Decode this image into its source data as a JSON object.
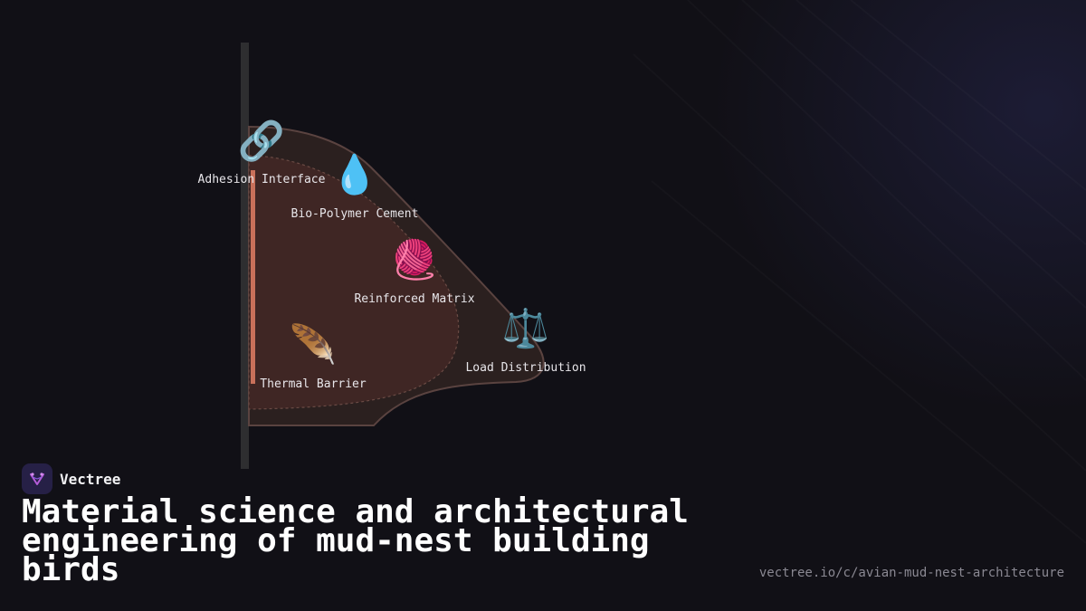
{
  "nodes": [
    {
      "icon": "link-icon",
      "glyph": "🔗",
      "label": "Adhesion Interface"
    },
    {
      "icon": "droplet-icon",
      "glyph": "💧",
      "label": "Bio-Polymer Cement"
    },
    {
      "icon": "yarn-icon",
      "glyph": "🧶",
      "label": "Reinforced Matrix"
    },
    {
      "icon": "scales-icon",
      "glyph": "⚖️",
      "label": "Load Distribution"
    },
    {
      "icon": "feather-icon",
      "glyph": "🪶",
      "label": "Thermal Barrier"
    }
  ],
  "brand": {
    "name": "Vectree"
  },
  "title": "Material science and architectural engineering of mud-nest building birds",
  "url": "vectree.io/c/avian-mud-nest-architecture",
  "colors": {
    "background": "#111016",
    "nest_fill": "#2b201f",
    "nest_inner": "#3f2624",
    "nest_stroke": "#5a4340",
    "adhesion_line": "#c8705a",
    "wall": "#2e2e30",
    "brand_accent": "#b45cd8"
  }
}
